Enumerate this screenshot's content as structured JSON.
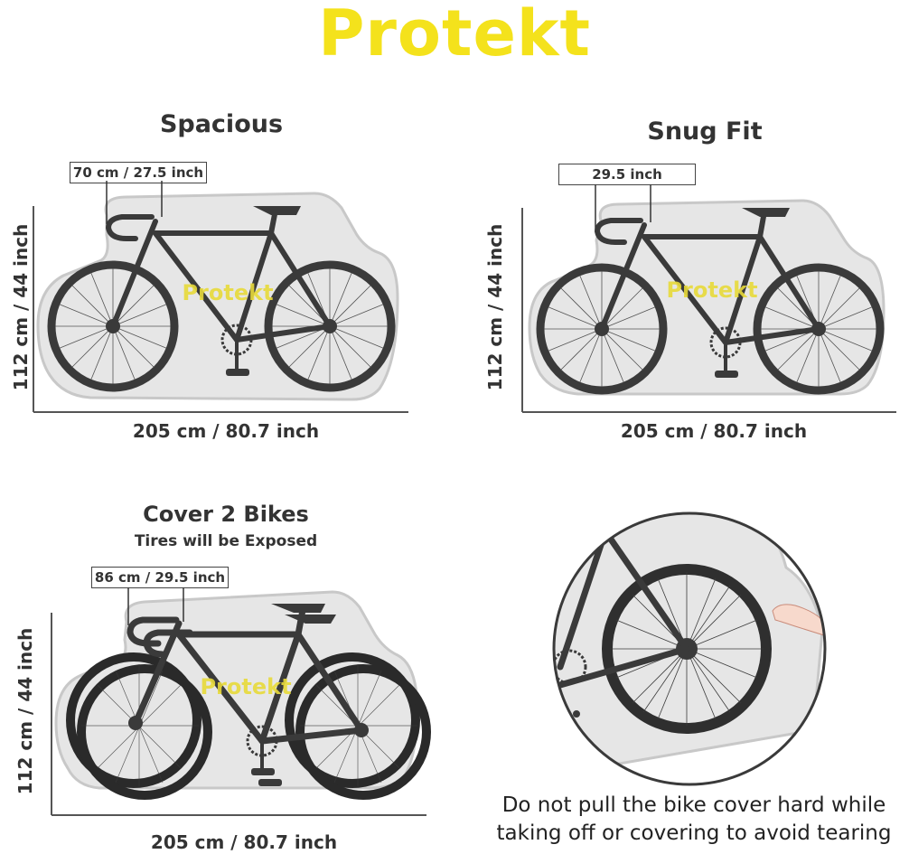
{
  "brand": {
    "name": "Protekt",
    "color": "#f4e21c"
  },
  "panels": [
    {
      "id": "spacious",
      "title": "Spacious",
      "top_dimension": "70 cm / 27.5 inch",
      "height_label": "112 cm / 44 inch",
      "width_label": "205 cm / 80.7 inch",
      "watermark": "Protekt"
    },
    {
      "id": "snug-fit",
      "title": "Snug Fit",
      "top_dimension": "29.5 inch",
      "height_label": "112 cm / 44 inch",
      "width_label": "205 cm / 80.7 inch",
      "watermark": "Protekt"
    },
    {
      "id": "cover-2-bikes",
      "title": "Cover 2 Bikes",
      "subtitle": "Tires will be Exposed",
      "top_dimension": "86 cm / 29.5 inch",
      "height_label": "112 cm / 44 inch",
      "width_label": "205 cm / 80.7 inch",
      "watermark": "Protekt"
    },
    {
      "id": "care-note",
      "note_line1": "Do not pull the bike cover hard while",
      "note_line2": "taking off or covering to avoid tearing"
    }
  ],
  "colors": {
    "cover_fill": "#e6e6e6",
    "cover_edge": "#c8c8c8",
    "bike": "#3a3a3a",
    "axis": "#555555"
  }
}
